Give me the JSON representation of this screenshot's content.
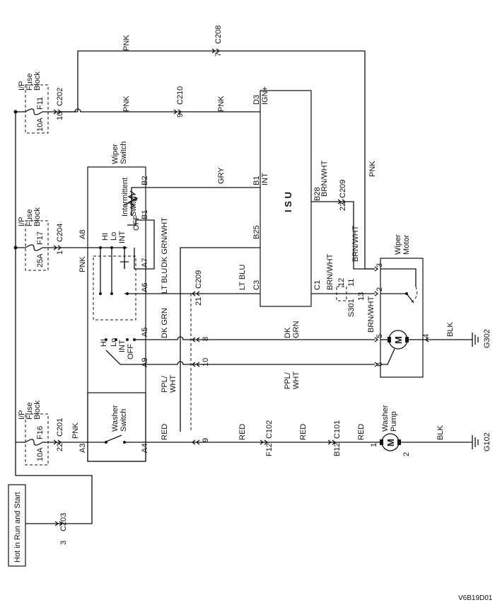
{
  "hot": "Hot in Run and Start",
  "diagram_id": "V6B19D01",
  "fuse_f11": {
    "block": [
      "I/P",
      "Fuse",
      "Block"
    ],
    "name": "F11",
    "amp": "10A"
  },
  "fuse_f17": {
    "block": [
      "I/P",
      "Fuse",
      "Block"
    ],
    "name": "F17",
    "amp": "25A"
  },
  "fuse_f16": {
    "block": [
      "I/P",
      "Fuse",
      "Block"
    ],
    "name": "F16",
    "amp": "10A"
  },
  "conn": {
    "c208": "C208",
    "c208_pin": "7",
    "c202": "C202",
    "c202_pin": "10",
    "c210": "C210",
    "c210_pin": "9",
    "c204": "C204",
    "c204_pin": "1",
    "c201": "C201",
    "c201_pin": "22",
    "c203": "C203",
    "c203_pin": "3",
    "c209": "C209",
    "c209_p21": "21",
    "c209_p8": "8",
    "c209_p10": "10",
    "c209_p9": "9",
    "c209b": "C209",
    "c209b_pin": "22",
    "c102": "C102",
    "c102_pin": "F12",
    "c101": "C101",
    "c101_pin": "B12",
    "s301": "S301",
    "s301_p12": "12",
    "s301_p11": "11",
    "s301_p13": "13"
  },
  "wire": {
    "pnk": "PNK",
    "gry": "GRY",
    "dkgrnwht": "DK GRN/WHT",
    "ltblu": "LT BLU",
    "dkgrn": "DK GRN",
    "dk": "DK",
    "grn": "GRN",
    "pplwht_a": "PPL/",
    "pplwht_b": "WHT",
    "red": "RED",
    "brnwht": "BRN/WHT",
    "blk": "BLK"
  },
  "isu": {
    "label": "I S U",
    "d3": "D3",
    "ign": "IGN+",
    "b1": "B1",
    "int": "INT",
    "b25": "B25",
    "c3": "C3",
    "b28": "B28",
    "c1": "C1"
  },
  "wiper_switch": {
    "title": [
      "Wiper",
      "Switch"
    ],
    "interm": [
      "Intermittent",
      "Switch"
    ],
    "hi": "HI",
    "lo": "Lo",
    "int": "INT",
    "off": "OFF",
    "b2": "B2",
    "b1": "B1",
    "a8": "A8",
    "a7": "A7",
    "a6": "A6",
    "a5": "A5",
    "a9": "A9",
    "hi2": "HI",
    "lo2": "Lo",
    "int2": "INT",
    "off2": "OFF"
  },
  "washer_switch": {
    "title": [
      "Washer",
      "Switch"
    ],
    "a3": "A3",
    "a4": "A4"
  },
  "wiper_motor": {
    "title": [
      "Wiper",
      "Motor"
    ],
    "p3": "3",
    "p2": "2",
    "p5": "5",
    "p4": "4",
    "p6": "6"
  },
  "washer_pump": {
    "title": [
      "Washer",
      "Pump"
    ],
    "p1": "1",
    "p2": "2"
  },
  "motor_symbol": "M",
  "grounds": {
    "g302": "G302",
    "g102": "G102"
  }
}
